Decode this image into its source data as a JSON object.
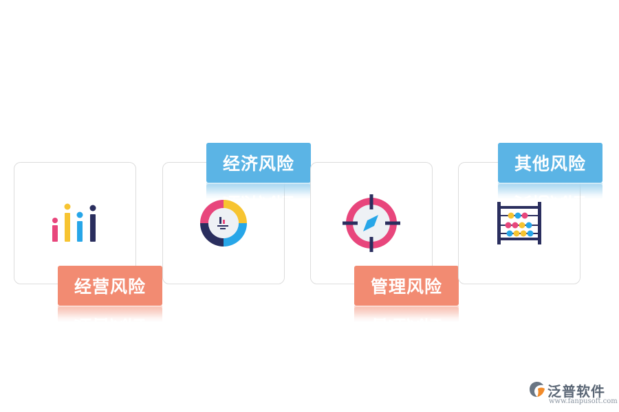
{
  "cards": [
    {
      "label": "经营风险",
      "icon": "bar-chart-icon",
      "tag_color": "#f28b72"
    },
    {
      "label": "经济风险",
      "icon": "donut-chart-icon",
      "tag_color": "#5bb4e5"
    },
    {
      "label": "管理风险",
      "icon": "target-compass-icon",
      "tag_color": "#f28b72"
    },
    {
      "label": "其他风险",
      "icon": "abacus-icon",
      "tag_color": "#5bb4e5"
    }
  ],
  "brand": {
    "name": "泛普软件",
    "url": "www.fanpusoft.com"
  }
}
